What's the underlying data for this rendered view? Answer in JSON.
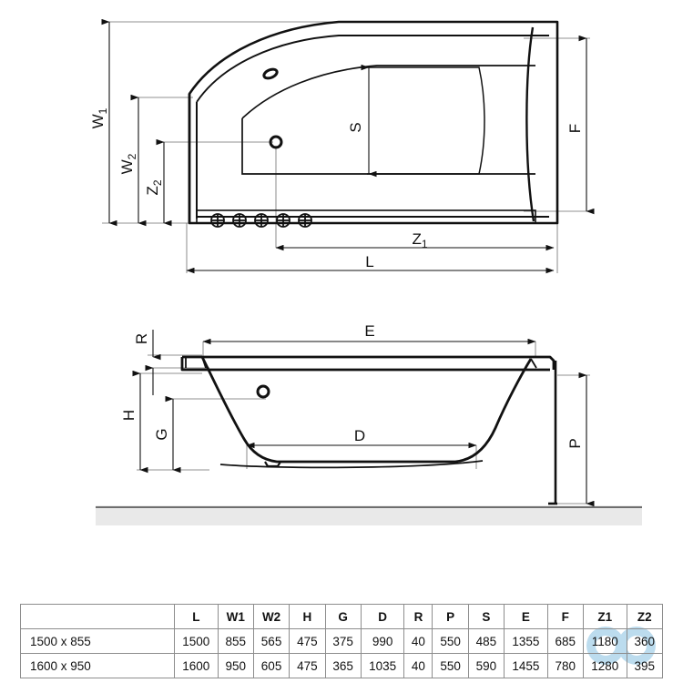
{
  "diagram": {
    "title": "Bathtub technical dimension drawing",
    "views": [
      {
        "name": "top-view",
        "label": ""
      },
      {
        "name": "side-view",
        "label": ""
      }
    ],
    "top_view_labels": {
      "w1": "W",
      "w1_sub": "1",
      "w2": "W",
      "w2_sub": "2",
      "z2": "Z",
      "z2_sub": "2",
      "z1": "Z",
      "z1_sub": "1",
      "l": "L",
      "s": "S",
      "f": "F"
    },
    "side_view_labels": {
      "r": "R",
      "h": "H",
      "g": "G",
      "e": "E",
      "d": "D",
      "p": "P"
    },
    "jet_count": 5,
    "colors": {
      "line": "#111111",
      "thin_line": "#6e6e6e",
      "floor": "#e9e9e9",
      "floor_edge": "#6e6e6e",
      "watermark": "#bcdcee",
      "table_border": "#8d8d8d",
      "text": "#111111"
    }
  },
  "spec_table": {
    "headers": [
      "",
      "L",
      "W1",
      "W2",
      "H",
      "G",
      "D",
      "R",
      "P",
      "S",
      "E",
      "F",
      "Z1",
      "Z2"
    ],
    "rows": [
      {
        "label": "1500 x 855",
        "values": [
          "1500",
          "855",
          "565",
          "475",
          "375",
          "990",
          "40",
          "550",
          "485",
          "1355",
          "685",
          "1180",
          "360"
        ]
      },
      {
        "label": "1600 x 950",
        "values": [
          "1600",
          "950",
          "605",
          "475",
          "365",
          "1035",
          "40",
          "550",
          "590",
          "1455",
          "780",
          "1280",
          "395"
        ]
      }
    ]
  }
}
